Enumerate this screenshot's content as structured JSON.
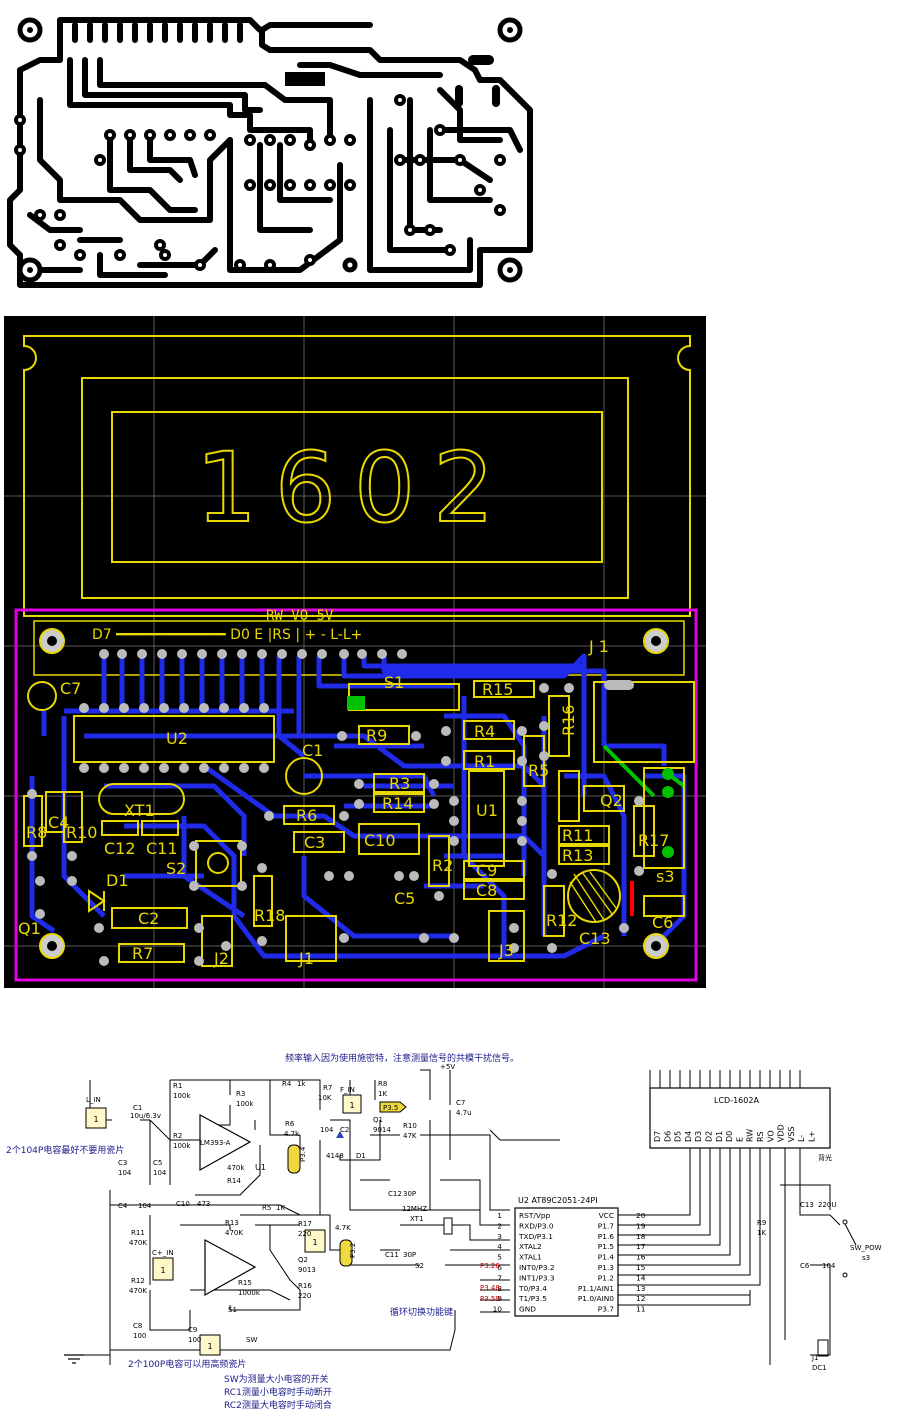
{
  "pcb": {
    "lcd_number": "1602",
    "header_signals": "RW  VO 5V",
    "header_pins": "D7 ━━━━━━━━━━━━━ D0 E |RS  |  +  -  L-L+",
    "connector": "J 1",
    "labels": [
      {
        "id": "C7",
        "t": "C7"
      },
      {
        "id": "U2",
        "t": "U2"
      },
      {
        "id": "S1",
        "t": "S1"
      },
      {
        "id": "R15",
        "t": "R15"
      },
      {
        "id": "R16",
        "t": "R16"
      },
      {
        "id": "R9",
        "t": "R9"
      },
      {
        "id": "R4",
        "t": "R4"
      },
      {
        "id": "R1",
        "t": "R1"
      },
      {
        "id": "C1",
        "t": "C1"
      },
      {
        "id": "R3",
        "t": "R3"
      },
      {
        "id": "R14",
        "t": "R14"
      },
      {
        "id": "R6",
        "t": "R6"
      },
      {
        "id": "C3",
        "t": "C3"
      },
      {
        "id": "C10",
        "t": "C10"
      },
      {
        "id": "U1",
        "t": "U1"
      },
      {
        "id": "R5",
        "t": "R5"
      },
      {
        "id": "Q2",
        "t": "Q2"
      },
      {
        "id": "R11",
        "t": "R11"
      },
      {
        "id": "R13",
        "t": "R13"
      },
      {
        "id": "R17",
        "t": "R17"
      },
      {
        "id": "s3",
        "t": "s3"
      },
      {
        "id": "R8",
        "t": "R8"
      },
      {
        "id": "C4",
        "t": "C4"
      },
      {
        "id": "R10",
        "t": "R10"
      },
      {
        "id": "XT1",
        "t": "XT1"
      },
      {
        "id": "C12",
        "t": "C12"
      },
      {
        "id": "C11",
        "t": "C11"
      },
      {
        "id": "S2",
        "t": "S2"
      },
      {
        "id": "D1",
        "t": "D1"
      },
      {
        "id": "C2",
        "t": "C2"
      },
      {
        "id": "R7",
        "t": "R7"
      },
      {
        "id": "J2",
        "t": "J2"
      },
      {
        "id": "R18",
        "t": "R18"
      },
      {
        "id": "J1",
        "t": "J1"
      },
      {
        "id": "R2",
        "t": "R2"
      },
      {
        "id": "C5",
        "t": "C5"
      },
      {
        "id": "C9",
        "t": "C9"
      },
      {
        "id": "C8",
        "t": "C8"
      },
      {
        "id": "R12",
        "t": "R12"
      },
      {
        "id": "J3",
        "t": "J3"
      },
      {
        "id": "C13",
        "t": "C13"
      },
      {
        "id": "C6",
        "t": "C6"
      },
      {
        "id": "Q1",
        "t": "Q1"
      }
    ]
  },
  "schematic": {
    "top_note": "频率输入因为使用施密特，注意测量信号的共模干扰信号。",
    "left_note": "2个104P电容最好不要用瓷片",
    "bottom_note1": "2个100P电容可以用高频瓷片",
    "bottom_note2": "SW为测量大小电容的开关",
    "bottom_note3": "RC1测量小电容时手动断开",
    "bottom_note4": "RC2测量大电容时手动闭合",
    "switch_note": "循环切换功能键",
    "lcd_title": "LCD-1602A",
    "lcd_pins": [
      "D7",
      "D6",
      "D5",
      "D4",
      "D3",
      "D2",
      "D1",
      "D0",
      "E",
      "RW",
      "RS",
      "VO",
      "VDD",
      "VSS",
      "L-",
      "L+"
    ],
    "mcu_title": "U2  AT89C2051-24PI",
    "mcu_left_pins": [
      "RST/Vpp",
      "RXD/P3.0",
      "TXD/P3.1",
      "XTAL2",
      "XTAL1",
      "INT0/P3.2",
      "INT1/P3.3",
      "T0/P3.4",
      "T1/P3.5",
      "GND"
    ],
    "mcu_left_nums": [
      "1",
      "2",
      "3",
      "4",
      "5",
      "6",
      "7",
      "8",
      "9",
      "10"
    ],
    "mcu_right_pins": [
      "VCC",
      "P1.7",
      "P1.6",
      "P1.5",
      "P1.4",
      "P1.3",
      "P1.2",
      "P1.1/AIN1",
      "P1.0/AIN0",
      "P3.7"
    ],
    "mcu_right_nums": [
      "20",
      "19",
      "18",
      "17",
      "16",
      "15",
      "14",
      "13",
      "12",
      "11"
    ],
    "parts": {
      "l_in": "L_IN",
      "c1": "C1",
      "c1v": "10u/6.3v",
      "c3": "C3",
      "c3v": "104",
      "c5": "C5",
      "c5v": "104",
      "r1": "R1",
      "r1v": "100k",
      "r2": "R2",
      "r2v": "100k",
      "r3": "R3",
      "r3v": "100k",
      "lm": "LM393-A",
      "u1": "U1",
      "r14": "R14",
      "r14v": "470k",
      "c10": "C10",
      "c10v": "473",
      "r4": "R4",
      "r4v": "1k",
      "r6": "R6",
      "r6v": "4.7k",
      "p34": "P3.4",
      "r7": "R7",
      "r7v": "10K",
      "f_in": "F_IN",
      "r8": "R8",
      "r8v": "1K",
      "p35": "P3.5",
      "c2": "C2",
      "c2v": "104",
      "q1": "Q1",
      "q1v": "9014",
      "d1": "D1",
      "d1v": "4148",
      "r10": "R10",
      "r10v": "47K",
      "vcc": "+5V",
      "c7": "C7",
      "c7v": "4.7u",
      "c12": "C12",
      "c12v": "30P",
      "xt": "12MHZ",
      "xt1": "XT1",
      "c11": "C11",
      "c11v": "30P",
      "s2": "S2",
      "p326": "P3.26",
      "p348": "P3.48",
      "p359": "P3.59",
      "c4": "C4",
      "c4v": "104",
      "r11": "R11",
      "r11v": "470K",
      "c_in": "C+_IN",
      "r12": "R12",
      "r12v": "470K",
      "r13": "R13",
      "r13v": "470K",
      "r5": "R5",
      "r5v": "1K",
      "r17": "R17",
      "r17v": "220",
      "q2": "Q2",
      "q2v": "9013",
      "r15": "R15",
      "r15v": "1000k",
      "r16": "R16",
      "r16v": "220",
      "s1": "S1",
      "sw": "SW",
      "c8": "C8",
      "c8v": "100",
      "c9": "C9",
      "c9v": "100",
      "p32": "P3.2",
      "r47": "4.7K",
      "r9": "R9",
      "r9v": "1K",
      "c13": "C13",
      "c13v": "220U",
      "c6": "C6",
      "c6v": "104",
      "sw_pow": "SW_POW",
      "s3": "s3",
      "j1": "J1",
      "dc1": "DC1",
      "bl": "背光"
    }
  }
}
